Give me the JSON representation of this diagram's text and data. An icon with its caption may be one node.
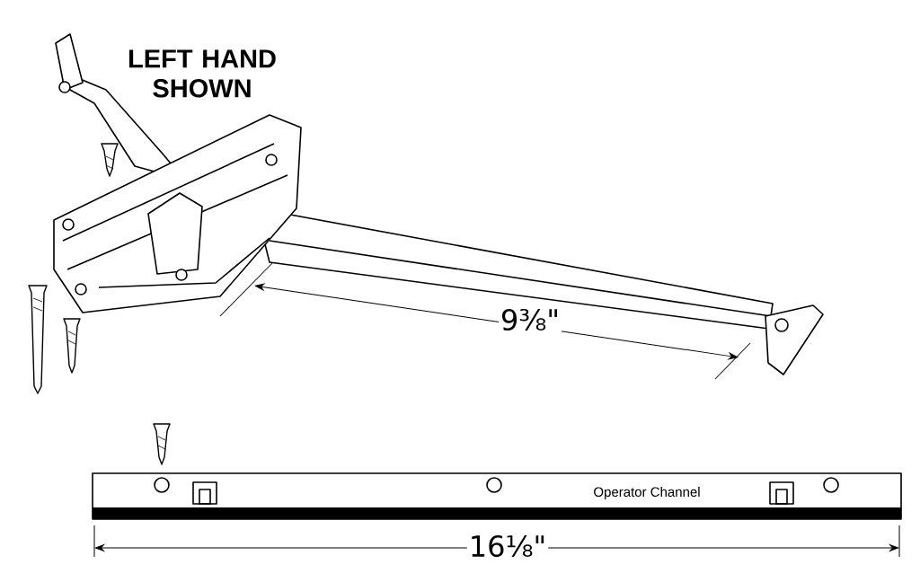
{
  "diagram": {
    "labels": [
      "LEFT HAND SHOWN",
      "9⅜\"",
      "Operator Channel",
      "16⅛\""
    ]
  }
}
